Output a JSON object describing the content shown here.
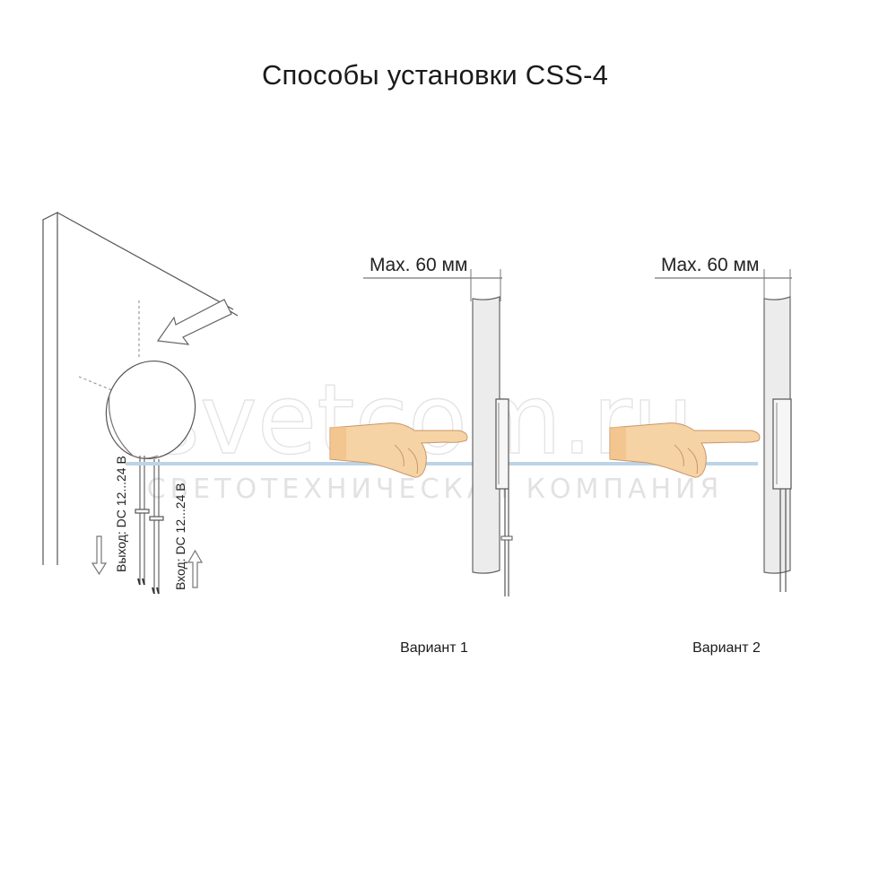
{
  "title": "Способы установки CSS-4",
  "watermark": {
    "brand": "svetcom.ru",
    "tagline": "СВЕТОТЕХНИЧЕСКАЯ КОМПАНИЯ"
  },
  "left_view": {
    "output_label": "Выход: DC 12...24 В",
    "input_label": "Вход: DC 12...24 В"
  },
  "variants": [
    {
      "label": "Вариант 1",
      "dimension": "Max. 60 мм"
    },
    {
      "label": "Вариант 2",
      "dimension": "Max. 60 мм"
    }
  ],
  "colors": {
    "skin": "#f6d3a4",
    "skin_shadow": "#f2bf86",
    "glass_line": "#bcd4e6",
    "panel_fill": "#ececec",
    "line": "#555555"
  }
}
